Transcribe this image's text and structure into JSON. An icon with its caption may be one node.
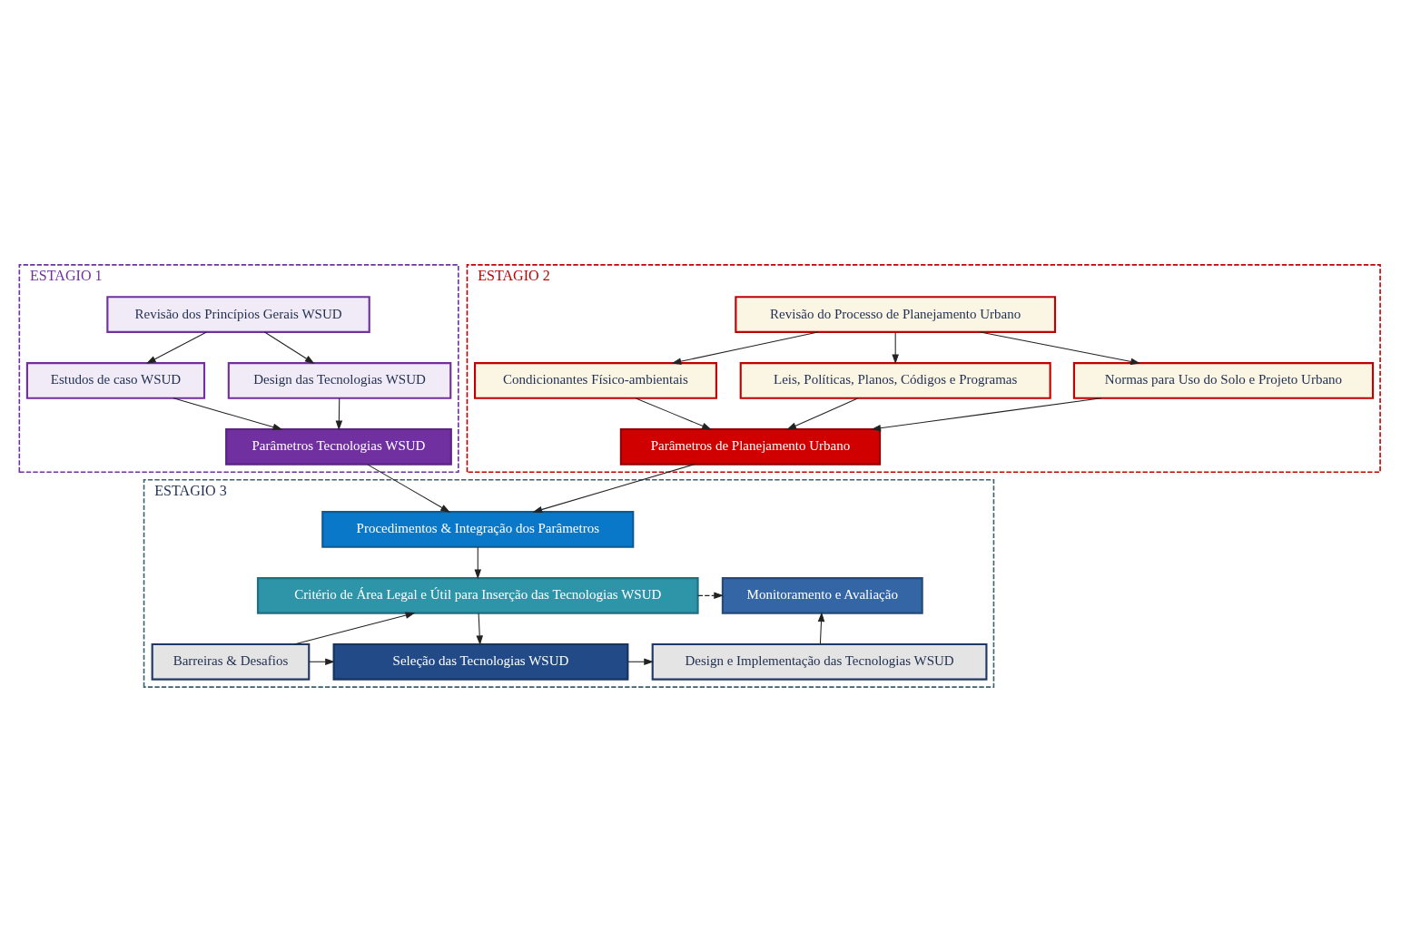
{
  "diagram": {
    "nodes": [
      {
        "text": [
          "ESTAGIO 1"
        ]
      },
      {
        "text": [
          "Revisão dos Princípios Gerais WSUD"
        ],
        "in": 0
      },
      {
        "text": [
          "Estudos de caso WSUD"
        ],
        "in": 0
      },
      {
        "text": [
          "Design das Tecnologias WSUD"
        ],
        "in": 0
      },
      {
        "text": [
          "Parâmetros Tecnologias WSUD"
        ],
        "in": 0
      },
      {
        "text": [
          "ESTAGIO 2"
        ]
      },
      {
        "text": [
          "Revisão do Processo de Planejamento Urbano"
        ],
        "in": 5
      },
      {
        "text": [
          "Condicionantes Físico-ambientais"
        ],
        "in": 5
      },
      {
        "text": [
          "Leis, Políticas, Planos, Códigos e Programas"
        ],
        "in": 5
      },
      {
        "text": [
          "Normas para Uso do Solo e Projeto Urbano"
        ],
        "in": 5
      },
      {
        "text": [
          "Parâmetros de Planejamento Urbano"
        ],
        "in": 5
      },
      {
        "text": [
          "ESTAGIO 3"
        ]
      },
      {
        "text": [
          "Procedimentos & Integração dos Parâmetros"
        ],
        "in": 11
      },
      {
        "text": [
          "Critério de Área Legal e Útil para Inserção das Tecnologias WSUD"
        ],
        "in": 11
      },
      {
        "text": [
          "Monitoramento e Avaliação"
        ],
        "in": 11
      },
      {
        "text": [
          "Barreiras & Desafios"
        ],
        "in": 11
      },
      {
        "text": [
          "Seleção das Tecnologias WSUD"
        ],
        "in": 11
      },
      {
        "text": [
          "Design e Implementação das Tecnologias WSUD"
        ],
        "in": 11
      }
    ],
    "edges": [
      {
        "from": 1,
        "to": 2,
        "arrow": "to"
      },
      {
        "from": 1,
        "to": 3,
        "arrow": "to"
      },
      {
        "from": 2,
        "to": 4,
        "arrow": "to"
      },
      {
        "from": 3,
        "to": 4,
        "arrow": "to"
      },
      {
        "from": 6,
        "to": 7,
        "arrow": "to"
      },
      {
        "from": 6,
        "to": 8,
        "arrow": "to"
      },
      {
        "from": 6,
        "to": 9,
        "arrow": "to"
      },
      {
        "from": 7,
        "to": 10,
        "arrow": "to"
      },
      {
        "from": 8,
        "to": 10,
        "arrow": "to"
      },
      {
        "from": 9,
        "to": 10,
        "arrow": "to"
      },
      {
        "from": 4,
        "to": 12,
        "arrow": "to"
      },
      {
        "from": 10,
        "to": 12,
        "arrow": "to"
      },
      {
        "from": 12,
        "to": 13,
        "arrow": "to"
      },
      {
        "from": 13,
        "to": 14,
        "arrow": "to",
        "style": "dashed"
      },
      {
        "from": 13,
        "to": 16,
        "arrow": "to"
      },
      {
        "from": 15,
        "to": 13,
        "arrow": "to"
      },
      {
        "from": 15,
        "to": 16,
        "arrow": "to"
      },
      {
        "from": 16,
        "to": 17,
        "arrow": "to"
      },
      {
        "from": 17,
        "to": 14,
        "arrow": "to"
      }
    ]
  }
}
